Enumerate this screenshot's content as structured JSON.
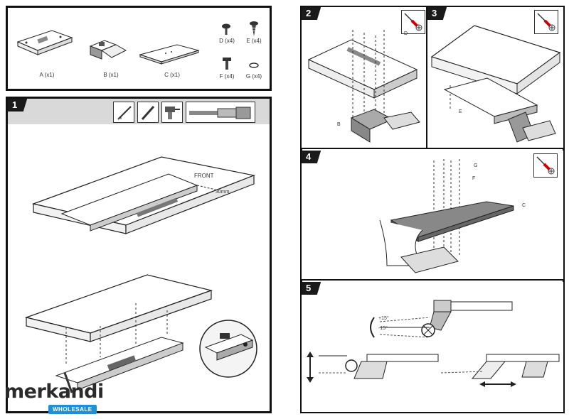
{
  "parts": [
    {
      "name": "A",
      "label": "A (x1)"
    },
    {
      "name": "B",
      "label": "B (x1)"
    },
    {
      "name": "C",
      "label": "C (x1)"
    },
    {
      "name": "D",
      "label": "D (x4)"
    },
    {
      "name": "E",
      "label": "E (x4)"
    },
    {
      "name": "F",
      "label": "F (x4)"
    },
    {
      "name": "G",
      "label": "G (x4)"
    }
  ],
  "steps": {
    "s1": {
      "number": "1",
      "front_label": "FRONT",
      "dim_label": "30mm",
      "tools": [
        "pencil-icon",
        "screwdriver-icon",
        "drill-icon",
        "drill-bit-icon"
      ]
    },
    "s2": {
      "number": "2",
      "callout_d": "D",
      "callout_b": "B",
      "tool": "phillips-screwdriver-icon"
    },
    "s3": {
      "number": "3",
      "callout_e": "E",
      "tool": "phillips-screwdriver-icon"
    },
    "s4": {
      "number": "4",
      "callout_g": "G",
      "callout_f": "F",
      "callout_c": "C",
      "tool": "phillips-screwdriver-icon"
    },
    "s5": {
      "number": "5",
      "angle_up": "+15°",
      "angle_down": "-15°"
    }
  },
  "branding": {
    "name": "merkandi",
    "tagline": "WHOLESALE",
    "accent": "#1e90d8"
  }
}
